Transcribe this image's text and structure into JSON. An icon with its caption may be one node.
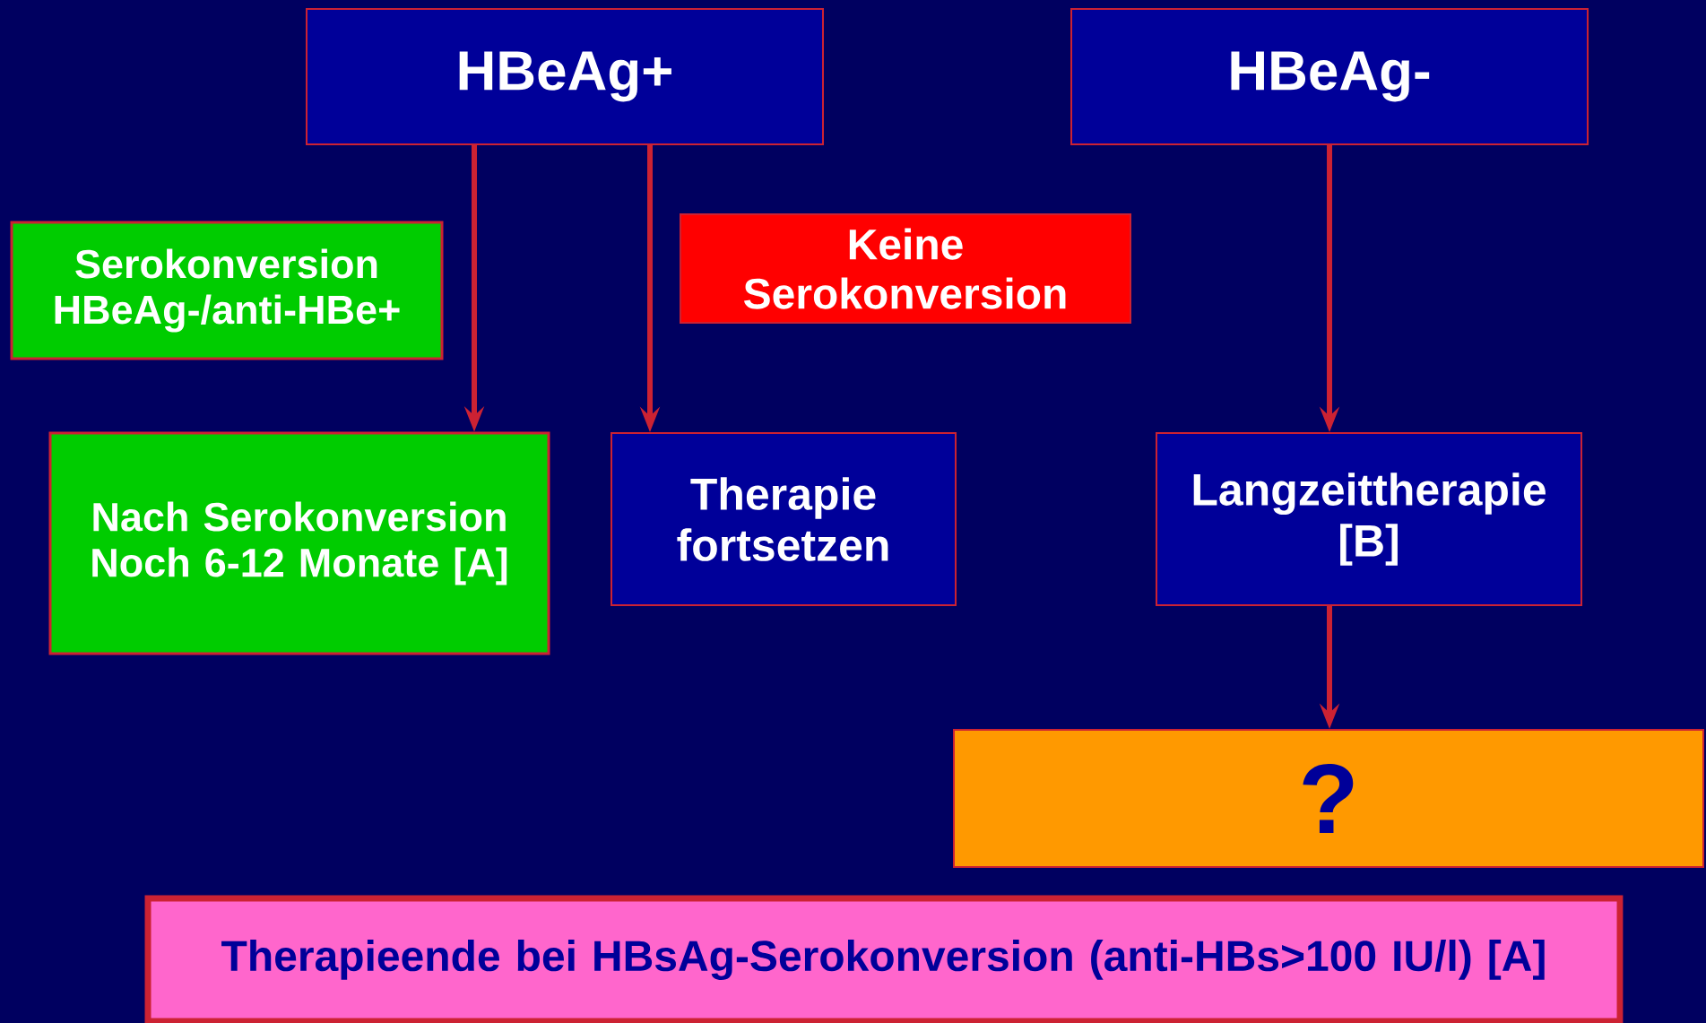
{
  "diagram": {
    "nodes": [
      {
        "text": [
          "HBeAg+"
        ]
      },
      {
        "text": [
          "HBeAg-"
        ]
      },
      {
        "text": [
          "Serokonversion HBeAg-/anti-HBe+"
        ]
      },
      {
        "text": [
          "Keine Serokonversion"
        ]
      },
      {
        "text": [
          "Nach Serokonversion Noch 6-12 Monate [A]"
        ]
      },
      {
        "text": [
          "Therapie fortsetzen"
        ]
      },
      {
        "text": [
          "Langzeittherapie [B]"
        ]
      },
      {
        "text": [
          "?"
        ]
      },
      {
        "text": [
          "Therapieende bei HBsAg-Serokonversion (anti-HBs>100 IU/l) [A]"
        ]
      }
    ],
    "edges": [
      {
        "from": 0,
        "to": 4,
        "arrow": "to"
      },
      {
        "from": 0,
        "to": 5,
        "arrow": "to"
      },
      {
        "from": 1,
        "to": 6,
        "arrow": "to"
      },
      {
        "from": 6,
        "to": 7,
        "arrow": "to"
      }
    ]
  }
}
